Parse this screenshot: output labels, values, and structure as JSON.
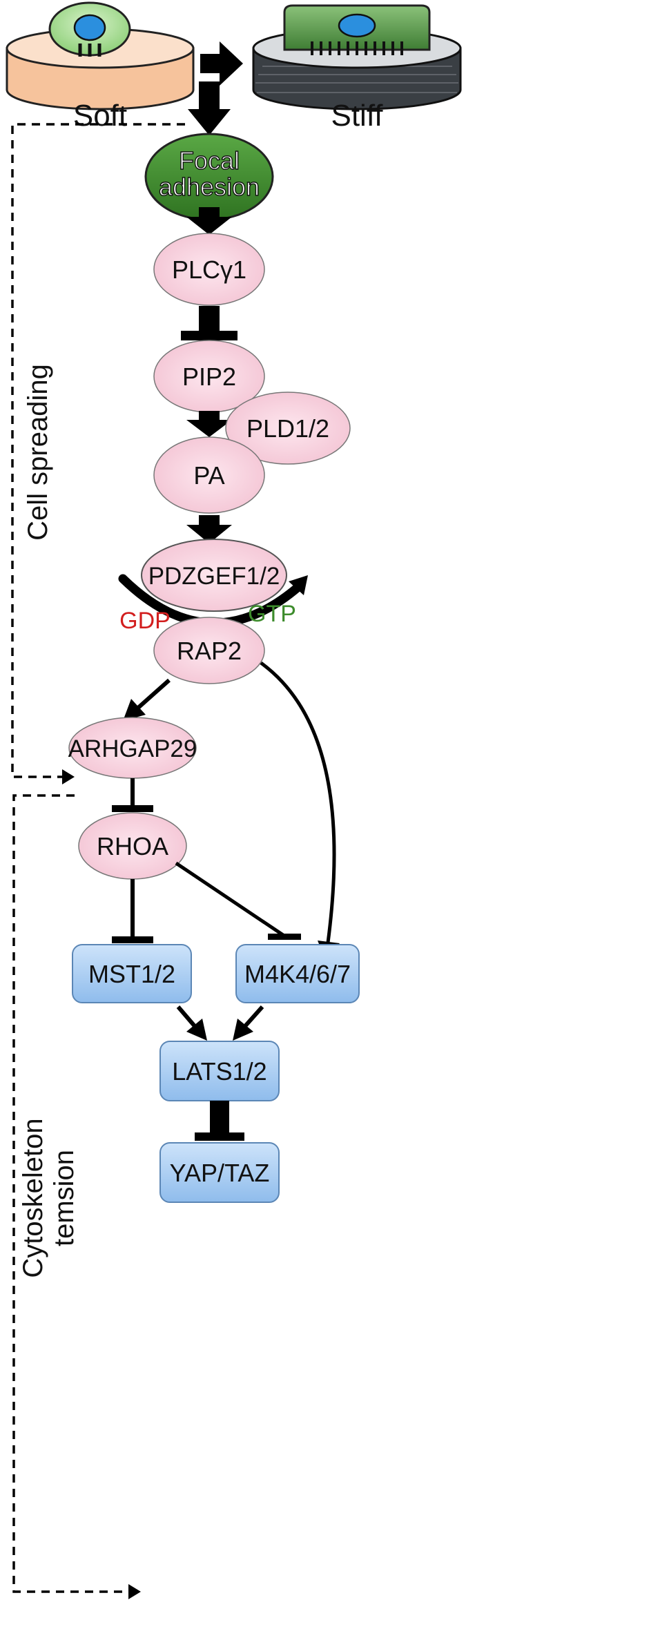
{
  "labels": {
    "soft": "Soft",
    "stiff": "Stiff",
    "cell_spreading": "Cell spreading",
    "cytoskeleton_line1": "Cytoskeleton",
    "cytoskeleton_line2": "temsion",
    "gdp": "GDP",
    "gtp": "GTP"
  },
  "nodes": {
    "focal_line1": "Focal",
    "focal_line2": "adhesion",
    "plcg1": "PLCγ1",
    "pip2": "PIP2",
    "pld12": "PLD1/2",
    "pa": "PA",
    "pdzgef12": "PDZGEF1/2",
    "rap2": "RAP2",
    "arhgap29": "ARHGAP29",
    "rhoa": "RHOA",
    "mst12": "MST1/2",
    "m4k467": "M4K4/6/7",
    "lats12": "LATS1/2",
    "yaptaz": "YAP/TAZ"
  },
  "colors": {
    "pink_node": "#f8d2de",
    "blue_node": "#a9cdf3",
    "focal_green": "#3b8a2c",
    "soft_dish": "#f6c39c",
    "stiff_dish": "#3a3f44",
    "gdp_red": "#d21e1e",
    "gtp_green": "#3d8c2c",
    "nucleus_blue": "#2b8fde"
  }
}
